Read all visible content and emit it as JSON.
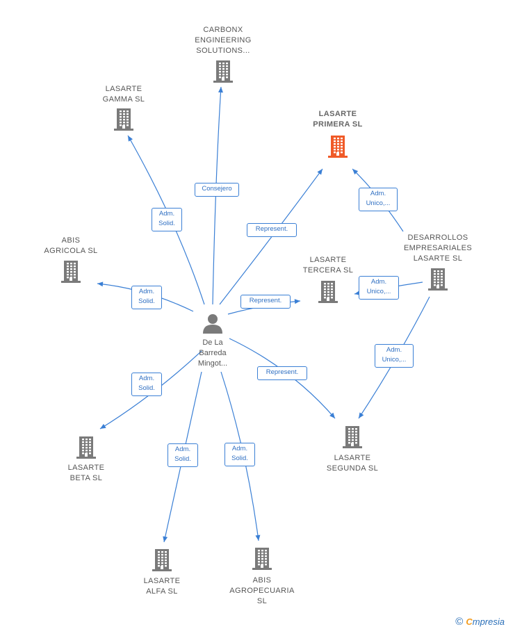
{
  "colors": {
    "edge": "#3a7fd5",
    "building": "#7a7a7a",
    "building_main": "#f05a28",
    "person": "#7a7a7a"
  },
  "nodes": {
    "carbonx": {
      "label": "CARBONX\nENGINEERING\nSOLUTIONS...",
      "icon": "building-icon"
    },
    "gamma": {
      "label": "LASARTE\nGAMMA  SL",
      "icon": "building-icon"
    },
    "primera": {
      "label": "LASARTE\nPRIMERA  SL",
      "icon": "building-icon",
      "highlight": true
    },
    "abis_agricola": {
      "label": "ABIS\nAGRICOLA  SL",
      "icon": "building-icon"
    },
    "tercera": {
      "label": "LASARTE\nTERCERA  SL",
      "icon": "building-icon"
    },
    "desarrollos": {
      "label": "DESARROLLOS\nEMPRESARIALES\nLASARTE  SL",
      "icon": "building-icon"
    },
    "person": {
      "label": "De La\nBarreda\nMingot...",
      "icon": "person-icon"
    },
    "beta": {
      "label": "LASARTE\nBETA  SL",
      "icon": "building-icon"
    },
    "segunda": {
      "label": "LASARTE\nSEGUNDA  SL",
      "icon": "building-icon"
    },
    "alfa": {
      "label": "LASARTE\nALFA  SL",
      "icon": "building-icon"
    },
    "agropecuaria": {
      "label": "ABIS\nAGROPECUARIA\nSL",
      "icon": "building-icon"
    }
  },
  "edges": [
    {
      "from": "person",
      "to": "carbonx",
      "label": "Consejero"
    },
    {
      "from": "person",
      "to": "gamma",
      "label": "Adm.\nSolid."
    },
    {
      "from": "person",
      "to": "primera",
      "label": "Represent."
    },
    {
      "from": "person",
      "to": "abis_agricola",
      "label": "Adm.\nSolid."
    },
    {
      "from": "person",
      "to": "tercera",
      "label": "Represent."
    },
    {
      "from": "desarrollos",
      "to": "primera",
      "label": "Adm.\nUnico,..."
    },
    {
      "from": "desarrollos",
      "to": "tercera",
      "label": "Adm.\nUnico,..."
    },
    {
      "from": "desarrollos",
      "to": "segunda",
      "label": "Adm.\nUnico,..."
    },
    {
      "from": "person",
      "to": "segunda",
      "label": "Represent."
    },
    {
      "from": "person",
      "to": "beta",
      "label": "Adm.\nSolid."
    },
    {
      "from": "person",
      "to": "alfa",
      "label": "Adm.\nSolid."
    },
    {
      "from": "person",
      "to": "agropecuaria",
      "label": "Adm.\nSolid."
    }
  ],
  "footer": {
    "copyright": "©",
    "brand_initial": "C",
    "brand_rest": "mpresia"
  }
}
